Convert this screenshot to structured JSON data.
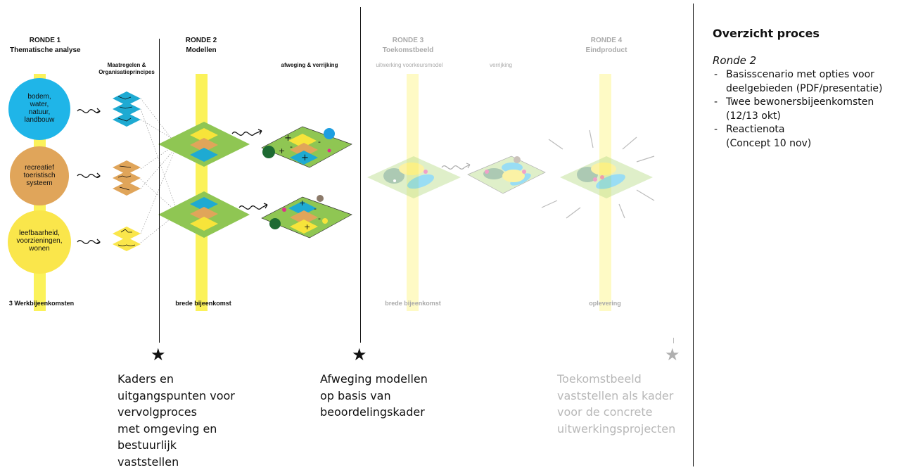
{
  "rounds": [
    {
      "title": "RONDE 1",
      "subtitle": "Thematische analyse"
    },
    {
      "title": "RONDE 2",
      "subtitle": "Modellen"
    },
    {
      "title": "RONDE 3",
      "subtitle": "Toekomstbeeld"
    },
    {
      "title": "RONDE 4",
      "subtitle": "Eindproduct"
    }
  ],
  "column_labels": {
    "maatregelen": "Maatregelen &\nOrganisatieprincipes",
    "afweging": "afweging & verrijking",
    "uitwerking": "uitwerking voorkeursmodel",
    "verrijking": "verrijking"
  },
  "themes": [
    {
      "label": "bodem,\nwater,\nnatuur,\nlandbouw",
      "color": "#1fb5e8"
    },
    {
      "label": "recreatief\ntoeristisch\nsysteem",
      "color": "#e0a55a"
    },
    {
      "label": "leefbaarheid,\nvoorzieningen,\nwonen",
      "color": "#fae64b"
    }
  ],
  "meetings": {
    "r1": "3 Werkbijeenkomsten",
    "r2": "brede bijeenkomst",
    "r3": "brede bijeenkomst",
    "r4": "oplevering"
  },
  "milestones": [
    {
      "star": "★",
      "text": "Kaders en\nuitgangspunten voor\nvervolgproces\nmet omgeving en\nbestuurlijk\nvaststellen"
    },
    {
      "star": "★",
      "text": "Afweging modellen\nop basis van\nbeoordelingskader"
    },
    {
      "star": "★",
      "text": "Toekomstbeeld\nvaststellen als kader\nvoor de concrete\nuitwerkingsprojecten"
    }
  ],
  "side_panel": {
    "title": "Overzicht proces",
    "subtitle": "Ronde 2",
    "items": [
      "Basisscenario met opties voor\ndeelgebieden (PDF/presentatie)",
      "Twee bewonersbijeenkomsten\n(12/13 okt)",
      "Reactienota\n(Concept 10 nov)"
    ]
  },
  "colors": {
    "band": "#fbf25a",
    "green": "#8fc653",
    "blue": "#1eaad2",
    "orange": "#e0a55a",
    "yellow": "#f7e43a",
    "darkgreen": "#1d6a32",
    "pink": "#e0308a",
    "grey": "#aaaaaa"
  }
}
